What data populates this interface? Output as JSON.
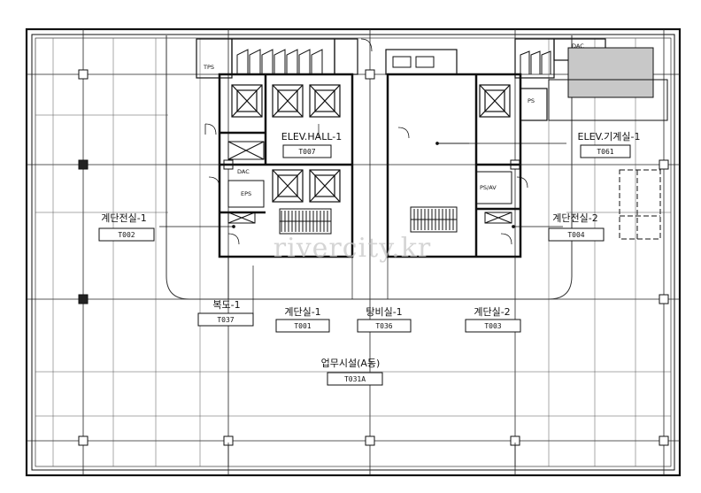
{
  "rooms": [
    {
      "name": "ELEV.HALL-1",
      "code": "T007"
    },
    {
      "name": "ELEV.기계실-1",
      "code": "T061"
    },
    {
      "name": "계단전실-1",
      "code": "T002"
    },
    {
      "name": "계단전실-2",
      "code": "T004"
    },
    {
      "name": "복도-1",
      "code": "T037"
    },
    {
      "name": "계단실-1",
      "code": "T001"
    },
    {
      "name": "탕비실-1",
      "code": "T036"
    },
    {
      "name": "계단실-2",
      "code": "T003"
    },
    {
      "name": "업무시설(A동)",
      "code": "T031A"
    }
  ],
  "shafts": {
    "tps": "TPS",
    "eps": "EPS",
    "ps": "PS",
    "psav": "PS/AV",
    "dac": "DAC"
  },
  "watermark": "rivercity.kr"
}
